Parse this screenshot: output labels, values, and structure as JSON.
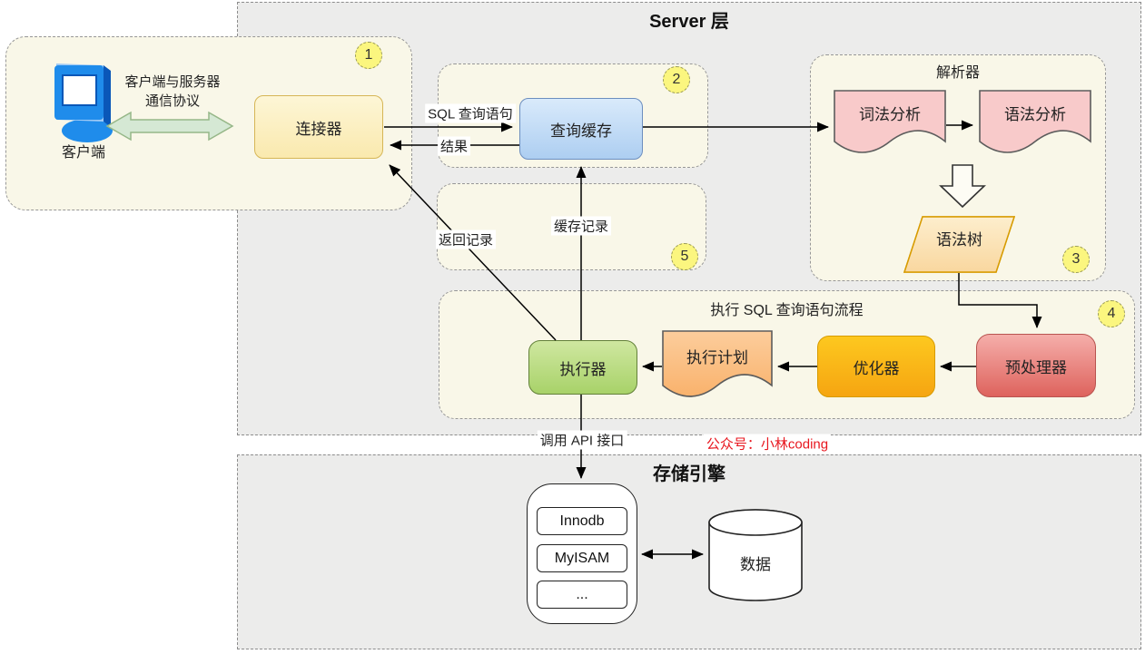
{
  "titles": {
    "server_layer": "Server 层",
    "storage_engine": "存储引擎",
    "parser": "解析器",
    "exec_flow": "执行 SQL 查询语句流程"
  },
  "client": {
    "label": "客户端",
    "protocol_line1": "客户端与服务器",
    "protocol_line2": "通信协议"
  },
  "nodes": {
    "connector": "连接器",
    "query_cache": "查询缓存",
    "lexical_analysis": "词法分析",
    "syntax_analysis": "语法分析",
    "syntax_tree": "语法树",
    "preprocessor": "预处理器",
    "optimizer": "优化器",
    "execution_plan": "执行计划",
    "executor": "执行器",
    "data_store": "数据"
  },
  "engines": {
    "items": [
      {
        "label": "Innodb"
      },
      {
        "label": "MyISAM"
      },
      {
        "label": "..."
      }
    ]
  },
  "edge_labels": {
    "sql_query": "SQL 查询语句",
    "result": "结果",
    "cache_records": "缓存记录",
    "return_records": "返回记录",
    "call_api": "调用 API 接口"
  },
  "watermark": {
    "text": "公众号：小林coding",
    "color": "#e8171f"
  },
  "badges": [
    {
      "label": "1"
    },
    {
      "label": "2"
    },
    {
      "label": "3"
    },
    {
      "label": "4"
    },
    {
      "label": "5"
    }
  ],
  "colors": {
    "region_fill": "#f9f7e8",
    "layer_fill": "#ececeb",
    "connector_fill": "#fbeebe",
    "cache_fill": "#bcd8f4",
    "executor_fill": "#b3d876",
    "optimizer_fill": "#fab41a",
    "preprocessor_fill": "#e9827d",
    "doc_pink_fill": "#f8caca",
    "doc_orange_fill": "#fac183",
    "parallelogram_fill": "#fbe0ae",
    "badge_fill": "#fbf67f",
    "arrow_green_fill": "#d5e8d4"
  }
}
